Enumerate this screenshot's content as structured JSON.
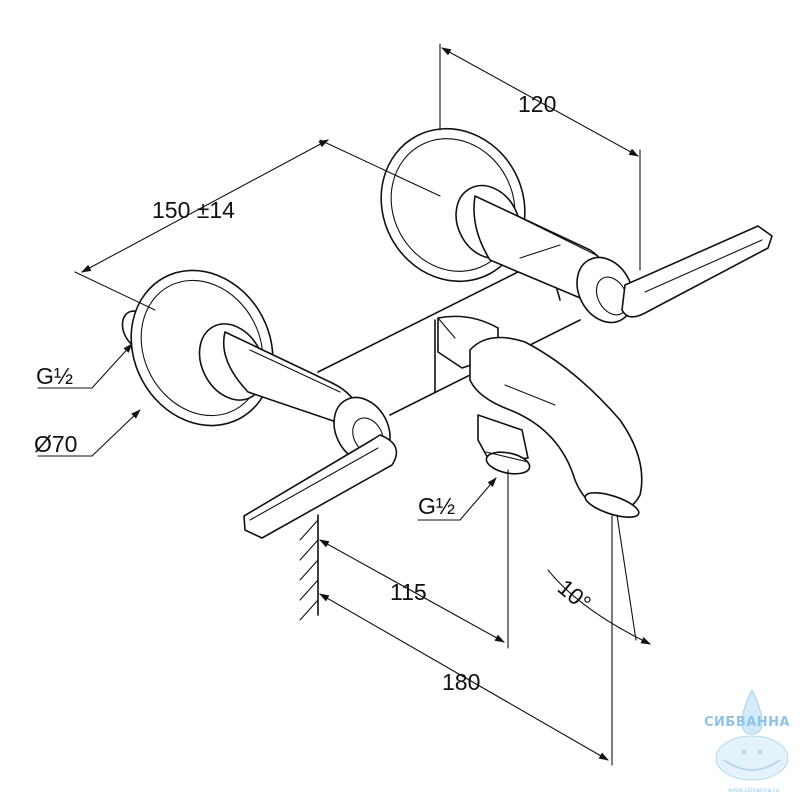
{
  "dimensions": {
    "spout_projection": "120",
    "center_distance": "150 ±14",
    "inlet_thread": "G½",
    "escutcheon_diameter": "Ø70",
    "outlet_thread": "G½",
    "spout_angle": "10°",
    "wall_to_outlet": "115",
    "wall_to_spout_end": "180"
  },
  "watermark": {
    "brand": "СИБВАННА",
    "url": "www.sibvanna.ru"
  },
  "colors": {
    "line": "#111111",
    "watermark": "#8cc4e8"
  }
}
